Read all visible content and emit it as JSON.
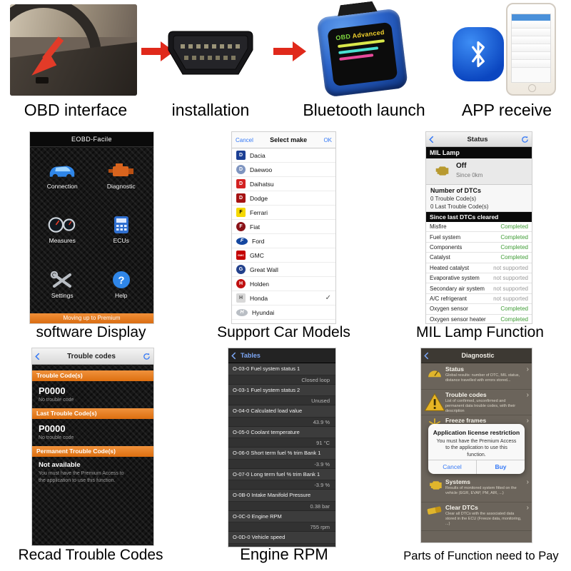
{
  "steps": {
    "labels": [
      "OBD interface",
      "installation",
      "Bluetooth launch",
      "APP receive"
    ]
  },
  "device": {
    "word1": "OBD",
    "word2": "Advanced"
  },
  "captions": {
    "software": "software Display",
    "models": "Support Car Models",
    "mil": "MIL Lamp Function",
    "trouble": "Recad Trouble Codes",
    "rpm": "Engine RPM",
    "pay": "Parts of Function need to Pay"
  },
  "eobd": {
    "title": "EOBD-Facile",
    "items": [
      {
        "label": "Connection"
      },
      {
        "label": "Diagnostic"
      },
      {
        "label": "Measures"
      },
      {
        "label": "ECUs"
      },
      {
        "label": "Settings"
      },
      {
        "label": "Help"
      }
    ],
    "help_glyph": "?",
    "banner": "Moving up to Premium"
  },
  "select_make": {
    "cancel": "Cancel",
    "title": "Select make",
    "ok": "OK",
    "check": "✓",
    "brands": [
      {
        "name": "Dacia",
        "initial": "D"
      },
      {
        "name": "Daewoo",
        "initial": "D"
      },
      {
        "name": "Daihatsu",
        "initial": "D"
      },
      {
        "name": "Dodge",
        "initial": "D"
      },
      {
        "name": "Ferrari",
        "initial": "F"
      },
      {
        "name": "Fiat",
        "initial": "F"
      },
      {
        "name": "Ford",
        "initial": "F"
      },
      {
        "name": "GMC",
        "initial": "GMC"
      },
      {
        "name": "Great Wall",
        "initial": "G"
      },
      {
        "name": "Holden",
        "initial": "H"
      },
      {
        "name": "Honda",
        "initial": "H",
        "checked": true
      },
      {
        "name": "Hyundai",
        "initial": "H"
      }
    ]
  },
  "status_screen": {
    "title": "Status",
    "mil_header": "MIL Lamp",
    "mil_state": "Off",
    "mil_since": "Since 0km",
    "dtc_title": "Number of DTCs",
    "dtc_line1": "0 Trouble Code(s)",
    "dtc_line2": "0 Last Trouble Code(s)",
    "section": "Since last DTCs cleared",
    "completed_color": "#3f9c35",
    "not_supported_color": "#999999",
    "rows": [
      {
        "label": "Misfire",
        "value": "Completed"
      },
      {
        "label": "Fuel system",
        "value": "Completed"
      },
      {
        "label": "Components",
        "value": "Completed"
      },
      {
        "label": "Catalyst",
        "value": "Completed"
      },
      {
        "label": "Heated catalyst",
        "value": "not supported"
      },
      {
        "label": "Evaporative system",
        "value": "not supported"
      },
      {
        "label": "Secondary air system",
        "value": "not supported"
      },
      {
        "label": "A/C refrigerant",
        "value": "not supported"
      },
      {
        "label": "Oxygen sensor",
        "value": "Completed"
      },
      {
        "label": "Oxygen sensor heater",
        "value": "Completed"
      }
    ]
  },
  "trouble_screen": {
    "title": "Trouble codes",
    "sections": [
      {
        "header": "Trouble Code(s)",
        "code": "P0000",
        "note": "No trouble code"
      },
      {
        "header": "Last Trouble Code(s)",
        "code": "P0000",
        "note": "No trouble code"
      },
      {
        "header": "Permanent Trouble Code(s)",
        "code": "Not available",
        "note": "You must have the Premium Access to the application to use this function."
      }
    ]
  },
  "tables_screen": {
    "title": "Tables",
    "rows": [
      {
        "name": "O-03-0 Fuel system status 1",
        "value": "Closed loop"
      },
      {
        "name": "O-03-1 Fuel system status 2",
        "value": "Unused"
      },
      {
        "name": "O-04-0 Calculated load value",
        "value": "43.9 %"
      },
      {
        "name": "O-05-0 Coolant temperature",
        "value": "91 °C"
      },
      {
        "name": "O-06-0 Short term fuel % trim Bank 1",
        "value": "-3.9 %"
      },
      {
        "name": "O-07-0 Long term fuel % trim Bank 1",
        "value": "-3.9 %"
      },
      {
        "name": "O-0B-0 Intake Manifold Pressure",
        "value": "0.38 bar"
      },
      {
        "name": "O-0C-0 Engine RPM",
        "value": "755 rpm"
      },
      {
        "name": "O-0D-0 Vehicle speed",
        "value": ""
      }
    ]
  },
  "diagnostic_screen": {
    "title": "Diagnostic",
    "chevron": "›",
    "items": [
      {
        "title": "Status",
        "desc": "Global results: number of DTC, MIL status, distance travelled with errors stored..."
      },
      {
        "title": "Trouble codes",
        "desc": "List of confirmed, unconfirmed and permanent data trouble codes, with their description"
      },
      {
        "title": "Freeze frames",
        "desc": ""
      },
      {
        "title": "Systems",
        "desc": "Results of monitored system fitted on the vehicle (EGR, EVAP, PM, AIR, ...)"
      },
      {
        "title": "Clear DTCs",
        "desc": "Clear all DTCs with the associated data stored in the ECU (Freeze data, monitoring, ...)"
      }
    ],
    "popup": {
      "title": "Application license restriction",
      "body": "You must have the Premium Access to the application to use this function.",
      "cancel": "Cancel",
      "buy": "Buy"
    }
  }
}
